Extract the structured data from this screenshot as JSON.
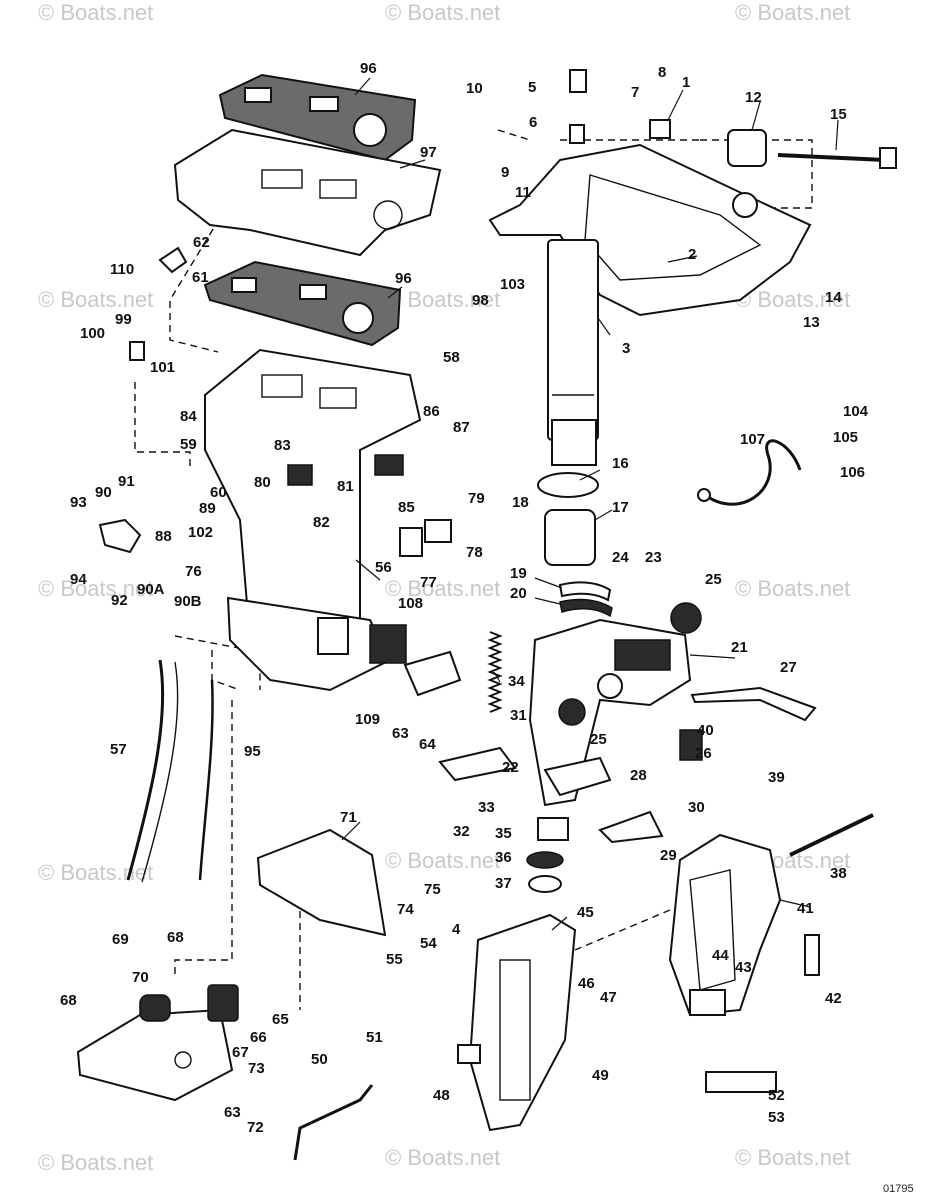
{
  "watermark": "© Boats.net",
  "reference_code": "01795",
  "colors": {
    "ink": "#111111",
    "watermark": "#c8c8c8",
    "background": "#ffffff"
  },
  "callouts": [
    "1",
    "2",
    "3",
    "4",
    "5",
    "6",
    "7",
    "8",
    "9",
    "10",
    "11",
    "12",
    "13",
    "14",
    "15",
    "16",
    "17",
    "18",
    "19",
    "20",
    "21",
    "22",
    "23",
    "24",
    "25",
    "25",
    "26",
    "27",
    "28",
    "29",
    "30",
    "31",
    "32",
    "33",
    "34",
    "35",
    "36",
    "37",
    "38",
    "39",
    "40",
    "41",
    "42",
    "43",
    "44",
    "45",
    "46",
    "47",
    "48",
    "49",
    "50",
    "51",
    "52",
    "53",
    "54",
    "55",
    "56",
    "57",
    "58",
    "59",
    "60",
    "61",
    "62",
    "63",
    "63",
    "64",
    "65",
    "66",
    "67",
    "68",
    "68",
    "69",
    "70",
    "71",
    "72",
    "73",
    "74",
    "75",
    "76",
    "77",
    "78",
    "79",
    "80",
    "81",
    "82",
    "83",
    "84",
    "85",
    "86",
    "87",
    "88",
    "89",
    "90",
    "90A",
    "90B",
    "91",
    "92",
    "93",
    "94",
    "95",
    "96",
    "96",
    "97",
    "98",
    "99",
    "100",
    "101",
    "102",
    "103",
    "104",
    "105",
    "106",
    "107",
    "108",
    "109",
    "110"
  ]
}
